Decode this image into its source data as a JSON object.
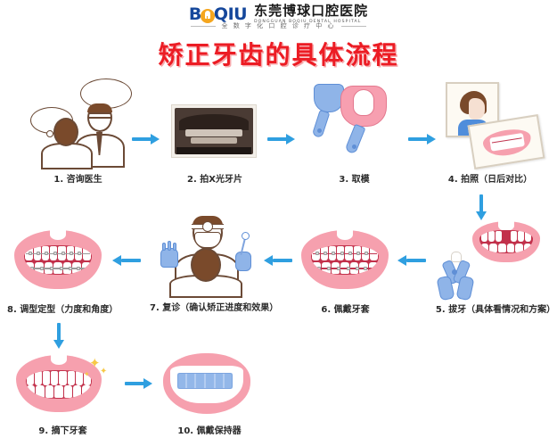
{
  "header": {
    "logo_word_left": "B",
    "logo_word_mid": "Q",
    "logo_word_right": "IU",
    "logo_icon": "tooth-in-circle-icon",
    "brand_cn": "东莞博球口腔医院",
    "brand_en": "DONGGUAN BOQIU DENTAL HOSPITAL",
    "tagline": "全 数 字 化 口 腔 诊 疗 中 心",
    "brand_color": "#15479b",
    "accent_color": "#f5a61e"
  },
  "title": {
    "text": "矫正牙齿的具体流程",
    "color": "#ec1c24",
    "shadow_color": "#f7a9ac"
  },
  "flow": {
    "arrow_color": "#2f9fe0",
    "steps": [
      {
        "num": "1",
        "caption": "1. 咨询医生",
        "art": "patient-and-doctor-talking"
      },
      {
        "num": "2",
        "caption": "2. 拍X光牙片",
        "art": "dental-xray-film"
      },
      {
        "num": "3",
        "caption": "3. 取模",
        "art": "impression-trays"
      },
      {
        "num": "4",
        "caption": "4. 拍照（日后对比）",
        "art": "profile-and-smile-photos"
      },
      {
        "num": "5",
        "caption": "5. 拔牙（具体看情况和方案）",
        "art": "forceps-and-gap-mouth"
      },
      {
        "num": "6",
        "caption": "6. 佩戴牙套",
        "art": "mouth-with-braces"
      },
      {
        "num": "7",
        "caption": "7. 复诊（确认矫正进度和效果）",
        "art": "doctor-checkup"
      },
      {
        "num": "8",
        "caption": "8. 调型定型（力度和角度）",
        "art": "mouth-with-braces-adjusted"
      },
      {
        "num": "9",
        "caption": "9. 摘下牙套",
        "art": "clean-white-teeth-sparkle"
      },
      {
        "num": "10",
        "caption": "10. 佩戴保持器",
        "art": "clear-retainer"
      }
    ],
    "arrows": [
      {
        "name": "arrow-1-to-2",
        "dir": "right"
      },
      {
        "name": "arrow-2-to-3",
        "dir": "right"
      },
      {
        "name": "arrow-3-to-4",
        "dir": "right"
      },
      {
        "name": "arrow-4-to-5",
        "dir": "down"
      },
      {
        "name": "arrow-5-to-6",
        "dir": "left"
      },
      {
        "name": "arrow-6-to-7",
        "dir": "left"
      },
      {
        "name": "arrow-7-to-8",
        "dir": "left"
      },
      {
        "name": "arrow-8-to-9",
        "dir": "down"
      },
      {
        "name": "arrow-9-to-10",
        "dir": "right"
      }
    ]
  }
}
